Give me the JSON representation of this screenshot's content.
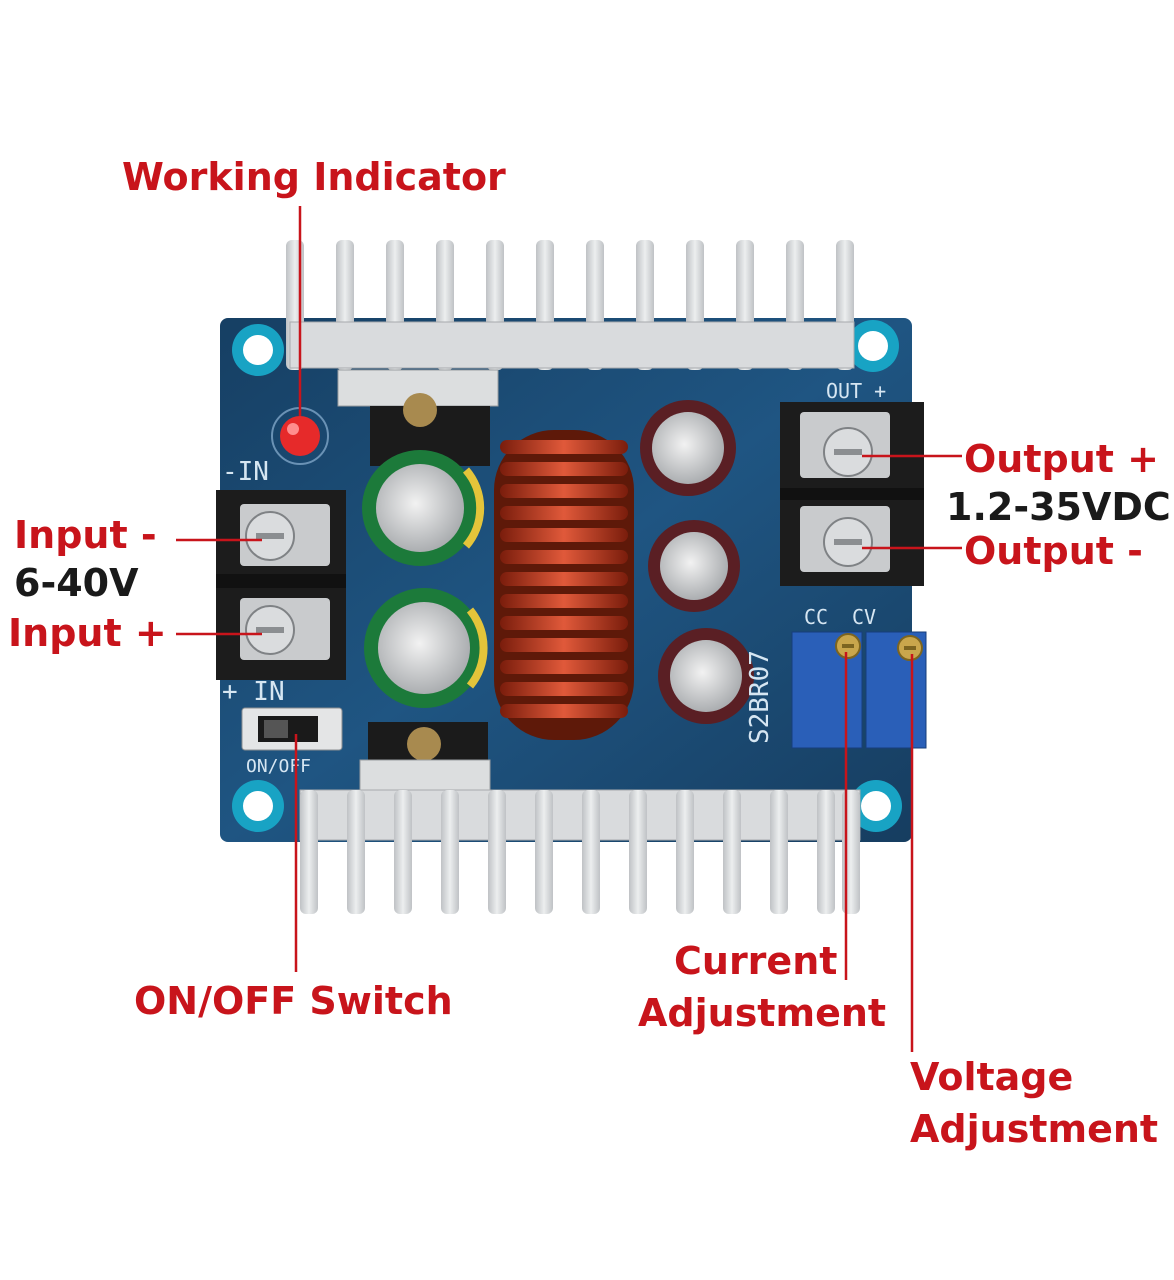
{
  "labels": {
    "working_indicator": "Working Indicator",
    "input_minus": "Input -",
    "input_range": "6-40V",
    "input_plus": "Input +",
    "output_plus": "Output +",
    "output_range": "1.2-35VDC",
    "output_minus": "Output -",
    "on_off_switch": "ON/OFF Switch",
    "current_adjustment_line1": "Current",
    "current_adjustment_line2": "Adjustment",
    "voltage_adjustment_line1": "Voltage",
    "voltage_adjustment_line2": "Adjustment"
  },
  "silkscreen": {
    "in_minus": "-IN",
    "in_plus": "+ IN",
    "out_plus": "OUT +",
    "on_off": "ON/OFF",
    "cc": "CC",
    "cv": "CV",
    "chip_code": "S2BR07"
  },
  "colors": {
    "label_red": "#c8141b",
    "pcb_blue": "#1d4f78",
    "coil_copper": "#b83a1a",
    "heatsink": "#d4d6d8"
  }
}
